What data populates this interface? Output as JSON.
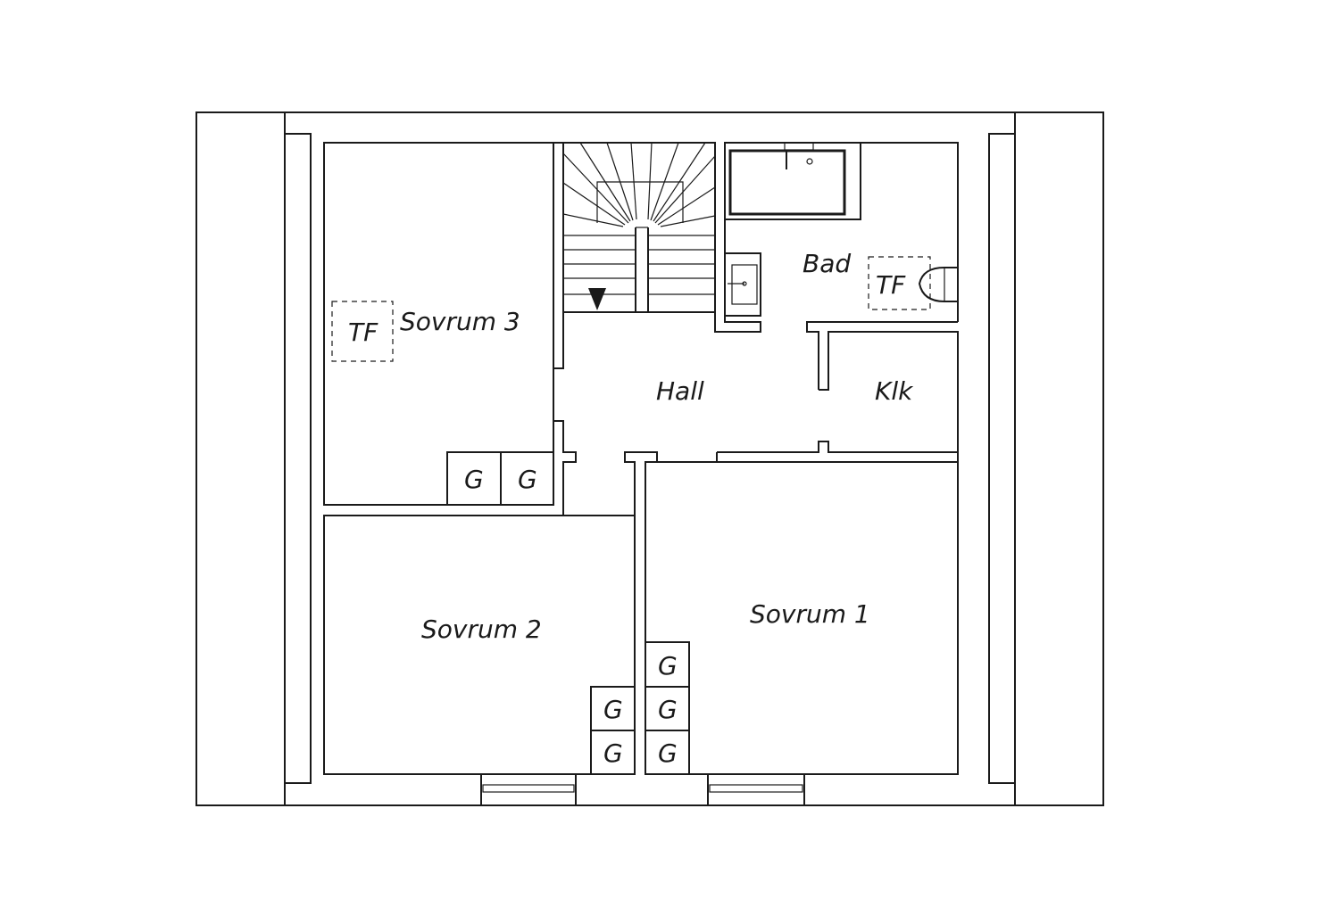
{
  "rooms": {
    "sovrum3": "Sovrum 3",
    "hall": "Hall",
    "bad": "Bad",
    "klk": "Klk",
    "sovrum2": "Sovrum 2",
    "sovrum1": "Sovrum 1"
  },
  "markers": {
    "tf": "TF",
    "g": "G"
  },
  "colors": {
    "line": "#1a1a1a",
    "background": "#ffffff"
  }
}
